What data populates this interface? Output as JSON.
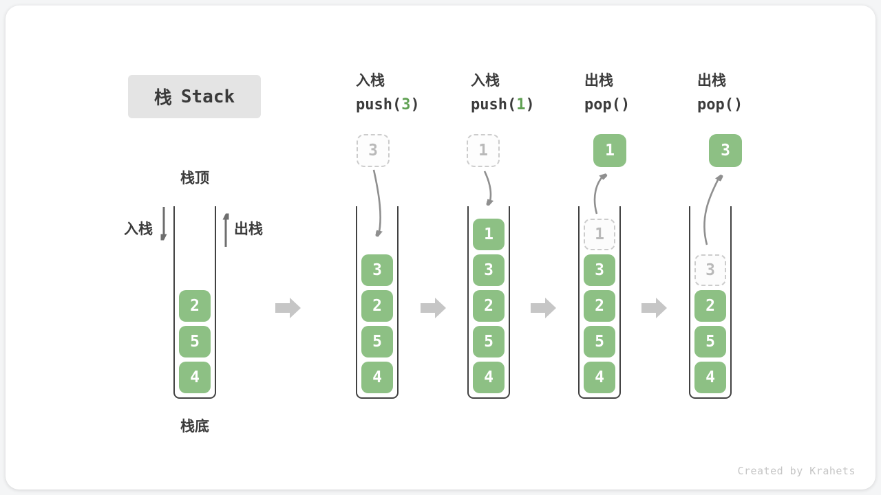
{
  "title": {
    "zh": "栈",
    "en": "Stack"
  },
  "labels": {
    "stack_top": "栈顶",
    "stack_bottom": "栈底",
    "push_side": "入栈",
    "pop_side": "出栈"
  },
  "columns": [
    {
      "label": "入栈",
      "code_pre": "push(",
      "code_arg": "3",
      "code_post": ")"
    },
    {
      "label": "入栈",
      "code_pre": "push(",
      "code_arg": "1",
      "code_post": ")"
    },
    {
      "label": "出栈",
      "code_pre": "pop(",
      "code_arg": "",
      "code_post": ")"
    },
    {
      "label": "出栈",
      "code_pre": "pop(",
      "code_arg": "",
      "code_post": ")"
    }
  ],
  "floating_boxes": [
    {
      "value": "3",
      "style": "dashed"
    },
    {
      "value": "1",
      "style": "dashed"
    },
    {
      "value": "1",
      "style": "solid"
    },
    {
      "value": "3",
      "style": "solid"
    }
  ],
  "stacks": [
    {
      "cells": [
        {
          "value": "2",
          "style": "solid"
        },
        {
          "value": "5",
          "style": "solid"
        },
        {
          "value": "4",
          "style": "solid"
        }
      ]
    },
    {
      "cells": [
        {
          "value": "3",
          "style": "solid"
        },
        {
          "value": "2",
          "style": "solid"
        },
        {
          "value": "5",
          "style": "solid"
        },
        {
          "value": "4",
          "style": "solid"
        }
      ]
    },
    {
      "cells": [
        {
          "value": "1",
          "style": "solid"
        },
        {
          "value": "3",
          "style": "solid"
        },
        {
          "value": "2",
          "style": "solid"
        },
        {
          "value": "5",
          "style": "solid"
        },
        {
          "value": "4",
          "style": "solid"
        }
      ]
    },
    {
      "cells": [
        {
          "value": "1",
          "style": "dashed"
        },
        {
          "value": "3",
          "style": "solid"
        },
        {
          "value": "2",
          "style": "solid"
        },
        {
          "value": "5",
          "style": "solid"
        },
        {
          "value": "4",
          "style": "solid"
        }
      ]
    },
    {
      "cells": [
        {
          "value": "3",
          "style": "dashed"
        },
        {
          "value": "2",
          "style": "solid"
        },
        {
          "value": "5",
          "style": "solid"
        },
        {
          "value": "4",
          "style": "solid"
        }
      ]
    }
  ],
  "watermark": "Created by Krahets",
  "colors": {
    "cell_green": "#8DC084",
    "code_arg_green": "#5FA052",
    "dashed_border": "#CCCCCC",
    "dashed_text": "#B9B9B9",
    "thin_arrow": "#8F8F8F",
    "side_arrow": "#6E6E6E",
    "block_arrow": "#C6C6C6",
    "text_dark": "#3B3B3B",
    "title_bg": "#E4E4E4",
    "watermark": "#C5C5C5"
  }
}
